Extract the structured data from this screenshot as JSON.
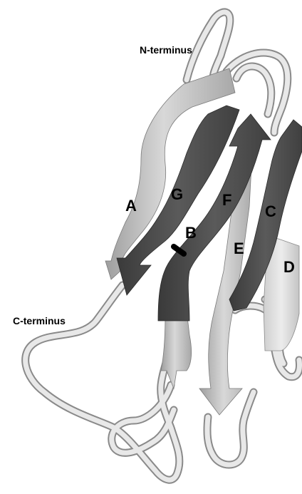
{
  "labels": {
    "n_terminus": "N-terminus",
    "c_terminus": "C-terminus",
    "strands": {
      "a": "A",
      "b": "B",
      "c": "C",
      "d": "D",
      "e": "E",
      "f": "F",
      "g": "G"
    }
  },
  "colors": {
    "background": "#ffffff",
    "dark_strand": "#4a4a4a",
    "light_strand": "#bdbdbd",
    "loop": "#e6e6e6",
    "loop_outline": "#8a8a8a",
    "text": "#000000"
  }
}
